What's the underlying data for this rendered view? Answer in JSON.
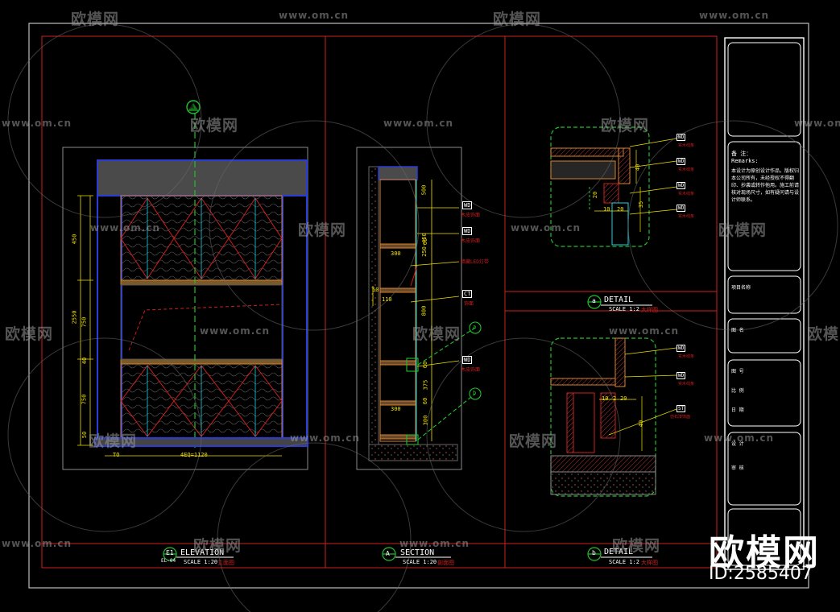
{
  "drawing": {
    "colors": {
      "background": "#000000",
      "frame": "#ffffff",
      "grid": "#cc1f1f",
      "section": "#2b3bd6",
      "accent": "#f0e000",
      "detail": "#22c02c",
      "cyan": "#1ad6e6",
      "orange": "#d8822a"
    },
    "views": [
      {
        "key": "elevation",
        "tag": "E1",
        "code": "EL-04",
        "title": "ELEVATION",
        "scale": "SCALE 1:20",
        "name": "立面图"
      },
      {
        "key": "section",
        "tag": "A",
        "code": "",
        "title": "SECTION",
        "scale": "SCALE 1:20",
        "name": "剖面图"
      },
      {
        "key": "detail_a",
        "tag": "a",
        "code": "",
        "title": "DETAIL",
        "scale": "SCALE 1:2",
        "name": "大样图"
      },
      {
        "key": "detail_b",
        "tag": "b",
        "code": "",
        "title": "DETAIL",
        "scale": "SCALE 1:2",
        "name": "大样图"
      }
    ],
    "elevation_dims": {
      "vertical": [
        "450",
        "2550",
        "750",
        "40",
        "750",
        "50"
      ],
      "bottom_left": "TO",
      "bottom_main": "4EQ=1120",
      "top_marker": "A"
    },
    "section_dims": {
      "right": [
        "500",
        "250-450",
        "60",
        "800",
        "60",
        "375",
        "60",
        "300"
      ],
      "left": [
        "50",
        "110"
      ],
      "inner": [
        "300",
        "300"
      ],
      "tags": [
        "WD",
        "WD",
        "CT",
        "WD"
      ],
      "notes": [
        "木皮饰面",
        "木皮饰面",
        "暗藏LED灯带",
        "饰面",
        "木皮饰面"
      ],
      "markers": [
        "a",
        "b"
      ]
    },
    "detail_a_dims": [
      "40",
      "20",
      "10",
      "20",
      "35"
    ],
    "detail_b_dims": [
      "10",
      "2",
      "20",
      "40"
    ],
    "detail_tags": [
      "WD",
      "WD",
      "WD",
      "WD",
      "WD",
      "WD",
      "ST"
    ],
    "detail_notes": [
      "实木线条",
      "实木线条",
      "实木线条",
      "实木线条",
      "实木线条",
      "实木线条",
      "仿石漆饰面"
    ],
    "title_block": {
      "label_cn": "备 注：",
      "label_en": "Remarks:",
      "remarks": "本设计为原创设计作品，版权归本公司所有，未经授权不得翻印、抄袭或转作他用。施工前请核对现场尺寸，如有疑问请与设计师联系。",
      "fields": [
        "项目名称",
        "图 名",
        "图 号",
        "比 例",
        "日 期",
        "设 计",
        "审 核"
      ]
    },
    "watermarks": {
      "brand": "欧模网",
      "url": "www.om.cn",
      "stamp": "欧模网",
      "id": "ID:2585407"
    }
  }
}
